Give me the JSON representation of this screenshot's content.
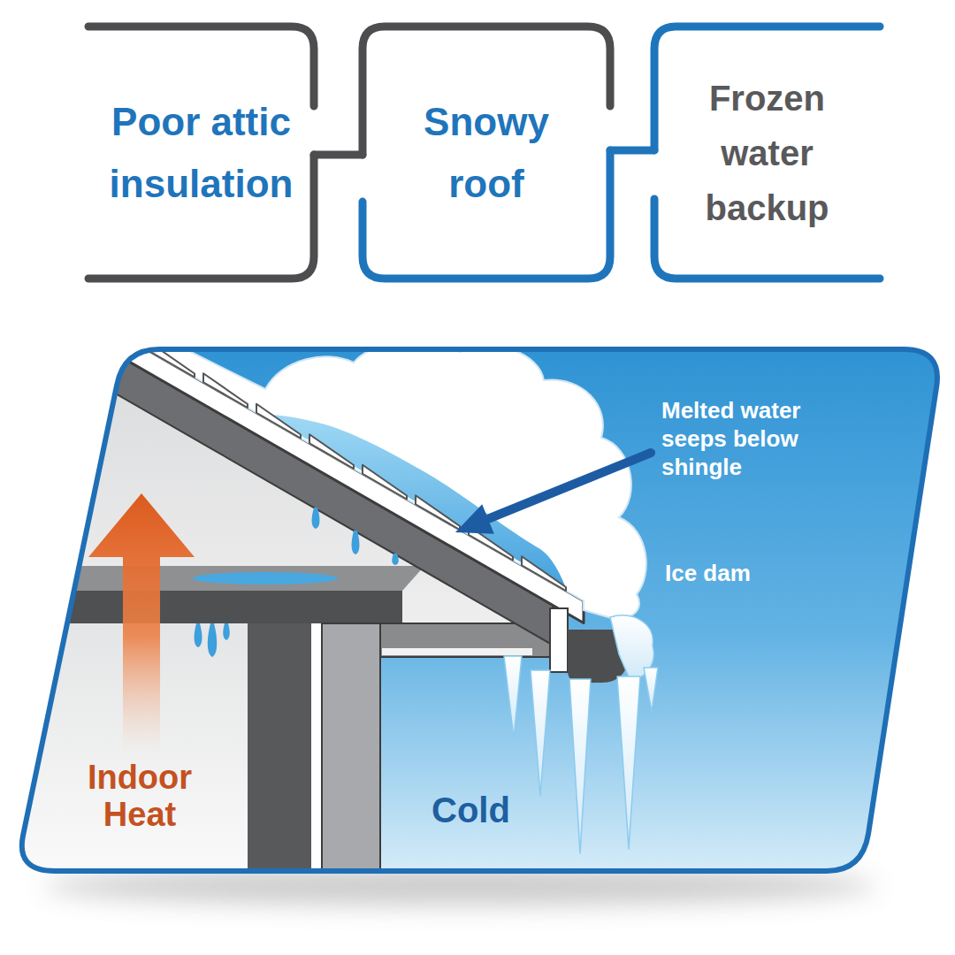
{
  "diagram": {
    "nodes": [
      {
        "text": [
          "Poor attic insulation"
        ]
      },
      {
        "text": [
          "Snowy roof"
        ]
      },
      {
        "text": [
          "Frozen water backup"
        ]
      }
    ],
    "edges": [
      {
        "from": 0,
        "to": 1,
        "arrow": "none"
      },
      {
        "from": 1,
        "to": 2,
        "arrow": "none"
      }
    ],
    "labels": [
      "Melted water seeps below shingle",
      "Ice dam",
      "Indoor Heat",
      "Cold"
    ]
  }
}
